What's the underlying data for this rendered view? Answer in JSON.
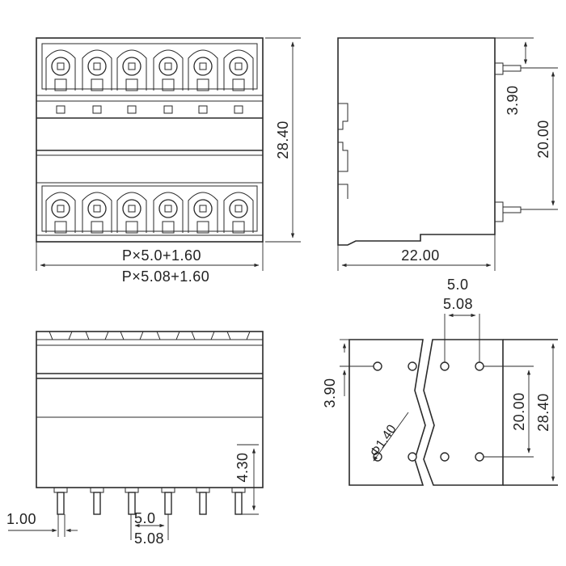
{
  "dimensions": {
    "front_height": "28.40",
    "pitch_a": "P×5.0+1.60",
    "pitch_b": "P×5.08+1.60",
    "side_top_offset": "3.90",
    "side_pin_spacing": "20.00",
    "side_depth": "22.00",
    "pcb_pitch_a": "5.0",
    "pcb_pitch_b": "5.08",
    "pcb_top_offset": "3.90",
    "hole_diameter": "Φ1.40",
    "pcb_row_spacing": "20.00",
    "pcb_total_height": "28.40",
    "bottom_pin_length": "4.30",
    "bottom_pin_width": "1.00",
    "bottom_pitch_a": "5.0",
    "bottom_pitch_b": "5.08"
  }
}
